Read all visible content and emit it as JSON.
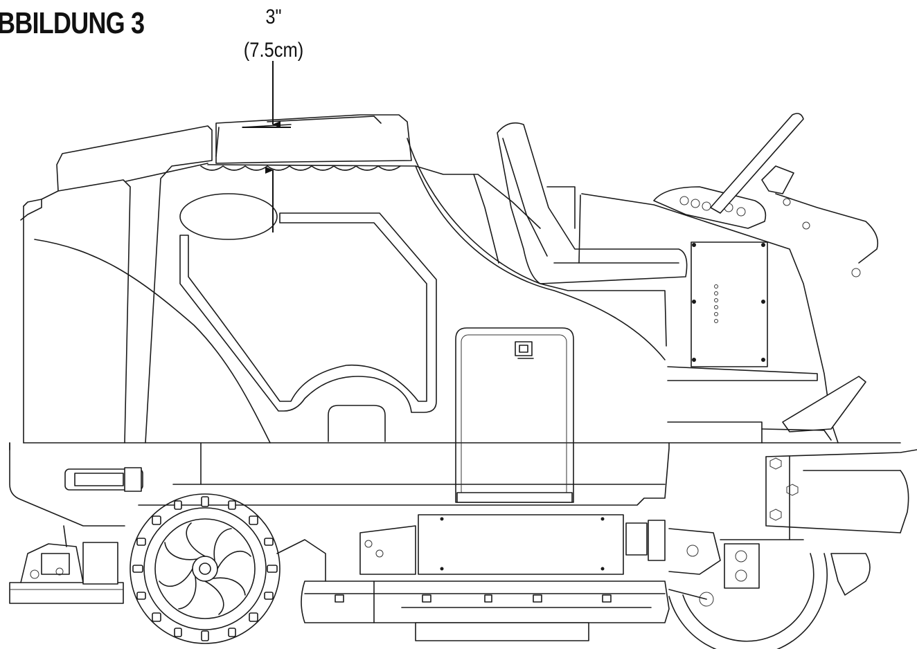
{
  "figure": {
    "title": "BBILDUNG 3"
  },
  "dimension": {
    "inch_label": "3\"",
    "metric_label": "(7.5cm)"
  }
}
